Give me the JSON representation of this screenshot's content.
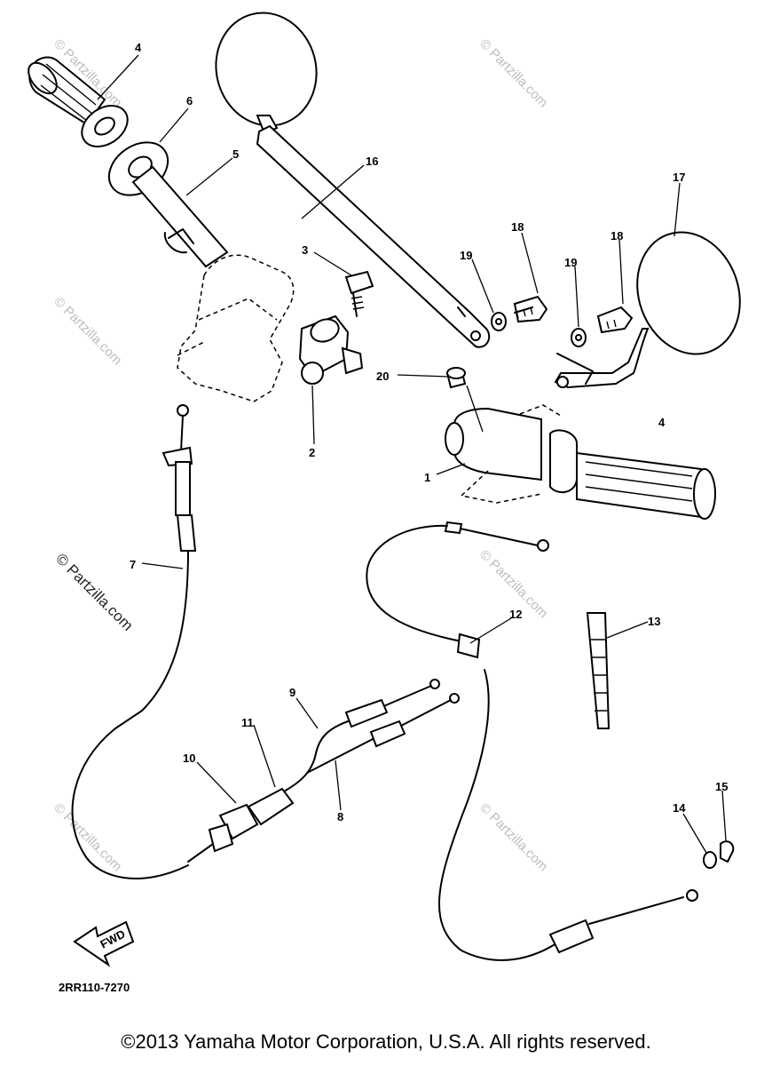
{
  "diagram": {
    "drawing_code": "2RR110-7270",
    "fwd_label": "FWD",
    "copyright": "©2013 Yamaha Motor Corporation, U.S.A. All rights reserved.",
    "watermark": "© Partzilla.com",
    "callouts": [
      {
        "id": "c4a",
        "label": "4"
      },
      {
        "id": "c6",
        "label": "6"
      },
      {
        "id": "c5",
        "label": "5"
      },
      {
        "id": "c16",
        "label": "16"
      },
      {
        "id": "c17",
        "label": "17"
      },
      {
        "id": "c3",
        "label": "3"
      },
      {
        "id": "c19a",
        "label": "19"
      },
      {
        "id": "c18a",
        "label": "18"
      },
      {
        "id": "c19b",
        "label": "19"
      },
      {
        "id": "c18b",
        "label": "18"
      },
      {
        "id": "c20",
        "label": "20"
      },
      {
        "id": "c2",
        "label": "2"
      },
      {
        "id": "c4b",
        "label": "4"
      },
      {
        "id": "c1",
        "label": "1"
      },
      {
        "id": "c7",
        "label": "7"
      },
      {
        "id": "c12",
        "label": "12"
      },
      {
        "id": "c13",
        "label": "13"
      },
      {
        "id": "c9",
        "label": "9"
      },
      {
        "id": "c11",
        "label": "11"
      },
      {
        "id": "c10",
        "label": "10"
      },
      {
        "id": "c8",
        "label": "8"
      },
      {
        "id": "c14",
        "label": "14"
      },
      {
        "id": "c15",
        "label": "15"
      }
    ]
  }
}
